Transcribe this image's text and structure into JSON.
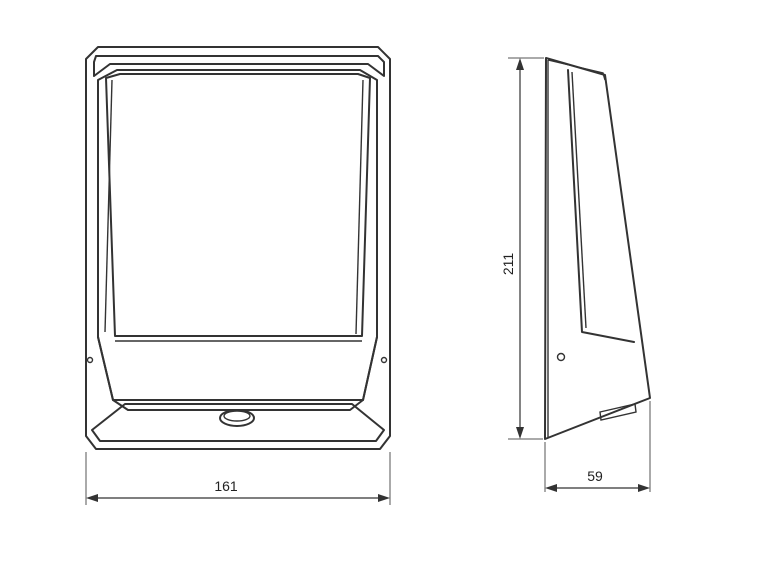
{
  "diagram": {
    "front_view": {
      "width_dimension": "161"
    },
    "side_view": {
      "height_dimension": "211",
      "depth_dimension": "59"
    }
  }
}
